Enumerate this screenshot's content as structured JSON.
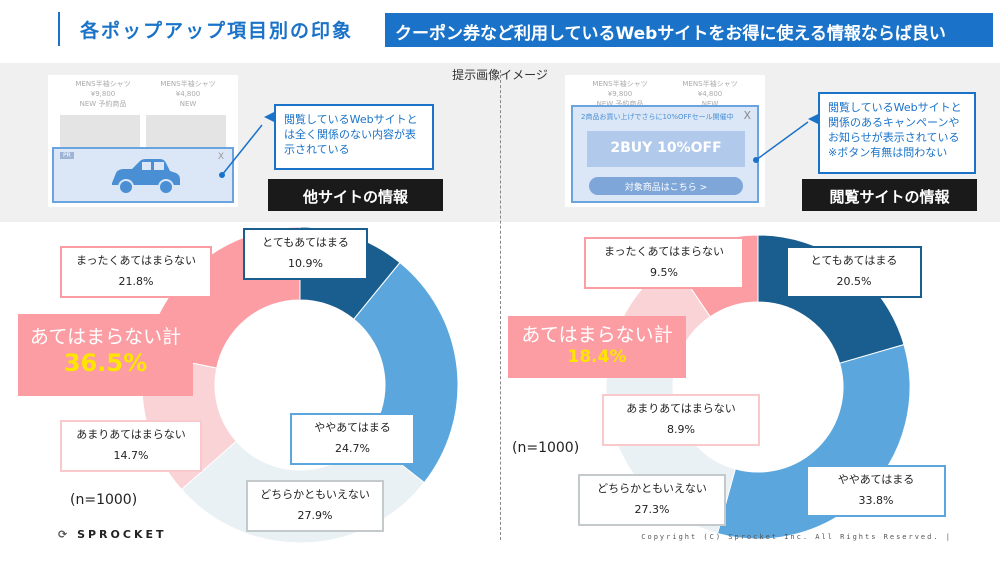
{
  "header": {
    "title": "各ポップアップ項目別の印象",
    "subtitle": "クーポン券など利用しているWebサイトをお得に使える情報ならば良い"
  },
  "section_label": "提示画像イメージ",
  "left_panel": {
    "mock_products": [
      {
        "name": "MENS半袖シャツ",
        "price": "¥9,800",
        "tag": "NEW 予約商品"
      },
      {
        "name": "MENS半袖シャツ",
        "price": "¥4,800",
        "tag": "NEW"
      }
    ],
    "popup_pr": "PR",
    "popup_close": "X",
    "callout": "閲覧しているWebサイトとは全く関係のない内容が表示されている",
    "label": "他サイトの情報"
  },
  "right_panel": {
    "mock_products": [
      {
        "name": "MENS半袖シャツ",
        "price": "¥9,800",
        "tag": "NEW 予約商品"
      },
      {
        "name": "MENS半袖シャツ",
        "price": "¥4,800",
        "tag": "NEW"
      }
    ],
    "popup_header": "2商品お買い上げでさらに10%OFFセール開催中",
    "popup_close": "X",
    "popup_banner": "2BUY 10%OFF",
    "popup_button": "対象商品はこちら >",
    "callout": "閲覧しているWebサイトと関係のあるキャンペーンやお知らせが表示されている\n※ボタン有無は問わない",
    "label": "閲覧サイトの情報"
  },
  "chart_data": [
    {
      "type": "pie",
      "categories": [
        "とてもあてはまる",
        "ややあてはまる",
        "どちらかともいえない",
        "あまりあてはまらない",
        "まったくあてはまらない"
      ],
      "values": [
        10.9,
        24.7,
        27.9,
        14.7,
        21.8
      ],
      "value_labels": [
        "10.9%",
        "24.7%",
        "27.9%",
        "14.7%",
        "21.8%"
      ],
      "colors": [
        "#1a5e8f",
        "#5ba7dd",
        "#e9f1f5",
        "#f9d3d5",
        "#fc9da3"
      ],
      "summary": {
        "label": "あてはまらない計",
        "value": "36.5%"
      },
      "n": "(n=1000)"
    },
    {
      "type": "pie",
      "categories": [
        "とてもあてはまる",
        "ややあてはまる",
        "どちらかともいえない",
        "あまりあてはまらない",
        "まったくあてはまらない"
      ],
      "values": [
        20.5,
        33.8,
        27.3,
        8.9,
        9.5
      ],
      "value_labels": [
        "20.5%",
        "33.8%",
        "27.3%",
        "8.9%",
        "9.5%"
      ],
      "colors": [
        "#1a5e8f",
        "#5ba7dd",
        "#e9f1f5",
        "#f9d3d5",
        "#fc9da3"
      ],
      "summary": {
        "label": "あてはまらない計",
        "value": "18.4%"
      },
      "n": "(n=1000)"
    }
  ],
  "footer": {
    "logo": "SPROCKET",
    "copyright": "Copyright (C) Sprocket Inc. All Rights Reserved. |"
  }
}
